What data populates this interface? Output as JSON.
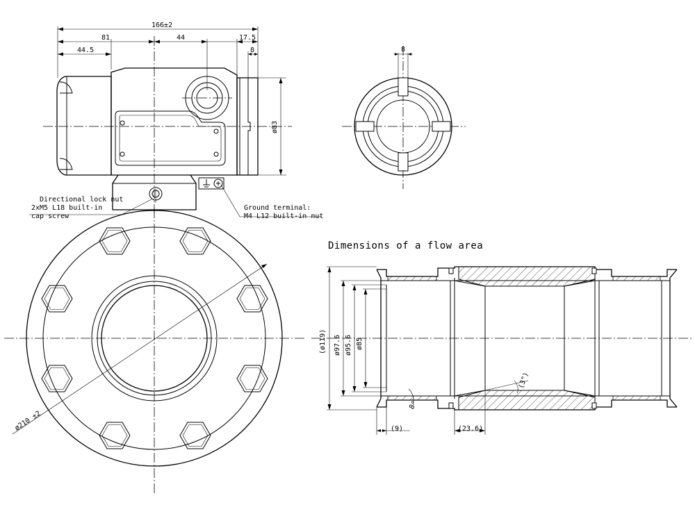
{
  "dimensions": {
    "overall_width": "166±2",
    "d81": "81",
    "d44": "44",
    "d17_5": "17.5",
    "d44_5": "44.5",
    "d8_top": "8",
    "d8_end": "8",
    "dia83": "ø83",
    "dia210": "ø210 ±2",
    "dia119": "(ø119)",
    "dia97_6": "ø97.6",
    "dia95_6": "ø95.6",
    "dia85": "ø85",
    "angle8": "8°",
    "angle3": "(3°)",
    "len9": "(9)",
    "len23_6": "(23.6)"
  },
  "annotations": {
    "lock_nut_line1": "Directional lock nut",
    "lock_nut_line2": "2xM5 L18 built-in",
    "lock_nut_line3": "cap screw",
    "ground_line1": "Ground terminal:",
    "ground_line2": "M4 L12 built-in nut"
  },
  "section_title": "Dimensions of a flow area"
}
